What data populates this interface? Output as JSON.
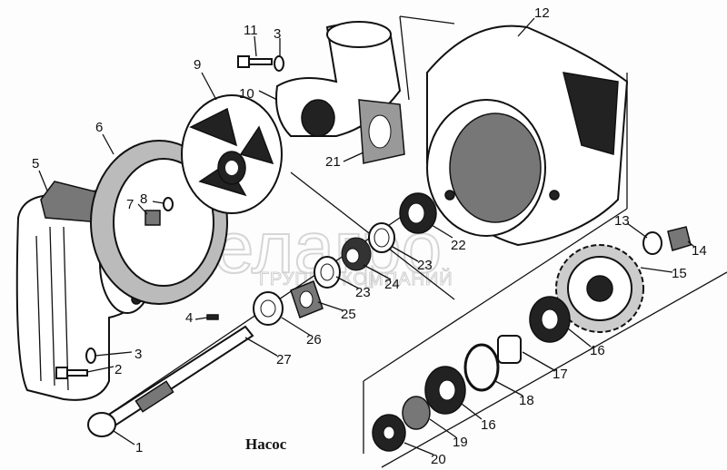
{
  "title": "Насос",
  "watermark": {
    "brand": "белагро",
    "subtitle": "ГРУППА КОМПАНИЙ"
  },
  "labels": {
    "l1": "1",
    "l2": "2",
    "l3a": "3",
    "l3b": "3",
    "l4": "4",
    "l5": "5",
    "l6": "6",
    "l7": "7",
    "l8": "8",
    "l9": "9",
    "l10": "10",
    "l11": "11",
    "l12": "12",
    "l13": "13",
    "l14": "14",
    "l15": "15",
    "l16a": "16",
    "l16b": "16",
    "l17": "17",
    "l18": "18",
    "l19": "19",
    "l20": "20",
    "l21": "21",
    "l22": "22",
    "l23a": "23",
    "l23b": "23",
    "l24": "24",
    "l25": "25",
    "l26": "26",
    "l27": "27"
  }
}
